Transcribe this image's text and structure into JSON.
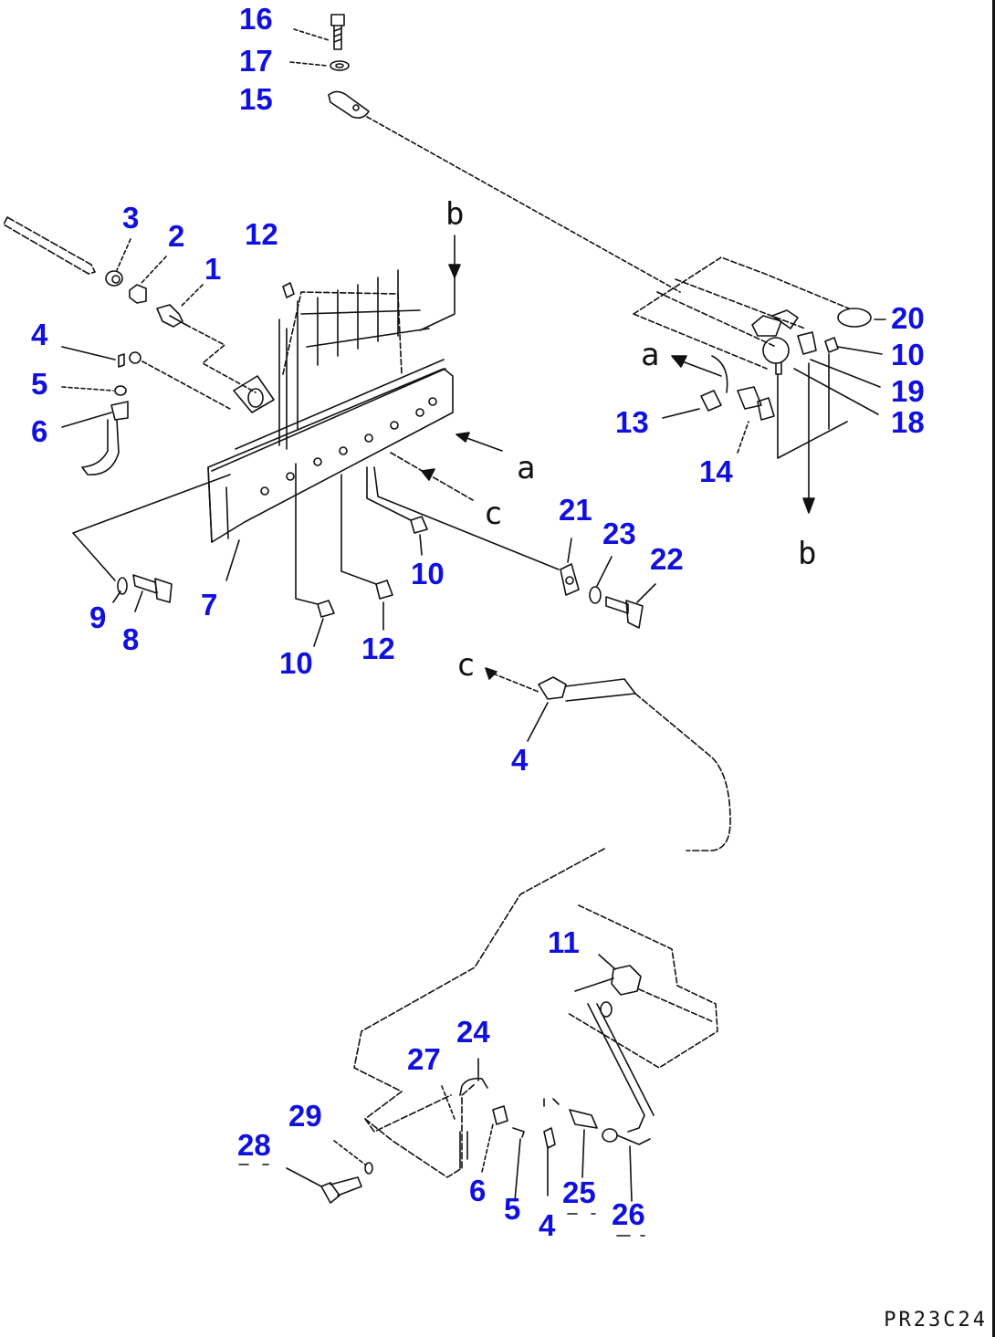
{
  "diagram": {
    "figure_code": "PR23C24",
    "callout_color": "#1010e0",
    "line_color": "#111111",
    "callouts": [
      {
        "id": "c16",
        "label": "16"
      },
      {
        "id": "c17",
        "label": "17"
      },
      {
        "id": "c15",
        "label": "15"
      },
      {
        "id": "c3",
        "label": "3"
      },
      {
        "id": "c2",
        "label": "2"
      },
      {
        "id": "c1",
        "label": "1"
      },
      {
        "id": "c12a",
        "label": "12"
      },
      {
        "id": "c4a",
        "label": "4"
      },
      {
        "id": "c5a",
        "label": "5"
      },
      {
        "id": "c6a",
        "label": "6"
      },
      {
        "id": "c7",
        "label": "7"
      },
      {
        "id": "c9",
        "label": "9"
      },
      {
        "id": "c8",
        "label": "8"
      },
      {
        "id": "c10a",
        "label": "10"
      },
      {
        "id": "c12b",
        "label": "12"
      },
      {
        "id": "c10b",
        "label": "10"
      },
      {
        "id": "c21",
        "label": "21"
      },
      {
        "id": "c23",
        "label": "23"
      },
      {
        "id": "c22",
        "label": "22"
      },
      {
        "id": "c20",
        "label": "20"
      },
      {
        "id": "c10c",
        "label": "10"
      },
      {
        "id": "c19",
        "label": "19"
      },
      {
        "id": "c18",
        "label": "18"
      },
      {
        "id": "c13",
        "label": "13"
      },
      {
        "id": "c14",
        "label": "14"
      },
      {
        "id": "c4b",
        "label": "4"
      },
      {
        "id": "c11",
        "label": "11"
      },
      {
        "id": "c24",
        "label": "24"
      },
      {
        "id": "c27",
        "label": "27"
      },
      {
        "id": "c29",
        "label": "29"
      },
      {
        "id": "c28",
        "label": "28"
      },
      {
        "id": "c6b",
        "label": "6"
      },
      {
        "id": "c5b",
        "label": "5"
      },
      {
        "id": "c4c",
        "label": "4"
      },
      {
        "id": "c25",
        "label": "25"
      },
      {
        "id": "c26",
        "label": "26"
      }
    ],
    "reference_letters": [
      {
        "id": "b-top",
        "label": "b"
      },
      {
        "id": "a-left",
        "label": "a"
      },
      {
        "id": "c-left",
        "label": "c"
      },
      {
        "id": "a-right",
        "label": "a"
      },
      {
        "id": "b-bottom",
        "label": "b"
      },
      {
        "id": "c-lower",
        "label": "c"
      }
    ],
    "components": [
      "bolt",
      "washer",
      "clamp",
      "tube",
      "connector",
      "elbow",
      "o-ring",
      "hose",
      "valve-block",
      "pressure-switch",
      "bracket",
      "fitting",
      "tee",
      "plug"
    ]
  }
}
